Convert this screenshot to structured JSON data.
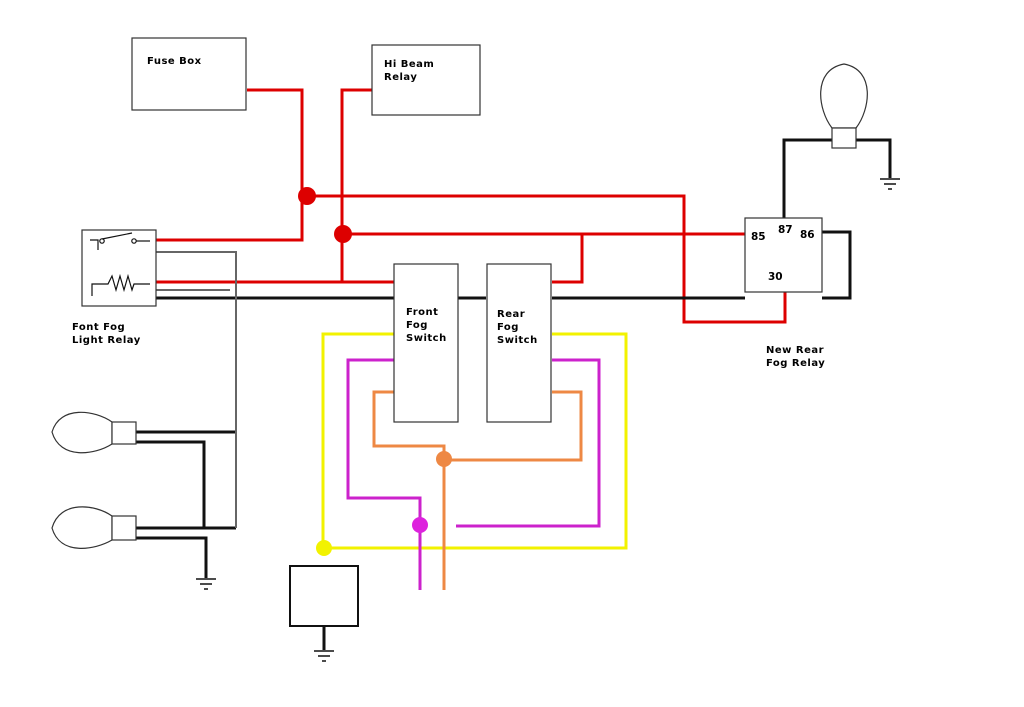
{
  "labels": {
    "fuse_box": "Fuse Box",
    "hi_beam_relay": [
      "Hi Beam",
      "Relay"
    ],
    "front_fog_switch": [
      "Front",
      "Fog",
      "Switch"
    ],
    "rear_fog_switch": [
      "Rear",
      "Fog",
      "Switch"
    ],
    "front_fog_relay": [
      "Font Fog",
      "Light Relay"
    ],
    "new_rear_fog_relay": [
      "New Rear",
      "Fog Relay"
    ],
    "relay_pins": {
      "p85": "85",
      "p87": "87",
      "p86": "86",
      "p30": "30"
    }
  },
  "wire_colors": {
    "power": "#dd0000",
    "ground": "#111111",
    "signal": "#888888",
    "yellow": "#f2f200",
    "magenta": "#cc22cc",
    "orange": "#ee8844"
  },
  "symbols": [
    "bulb-icon",
    "ground-icon",
    "relay-contact-icon",
    "relay-coil-icon"
  ]
}
